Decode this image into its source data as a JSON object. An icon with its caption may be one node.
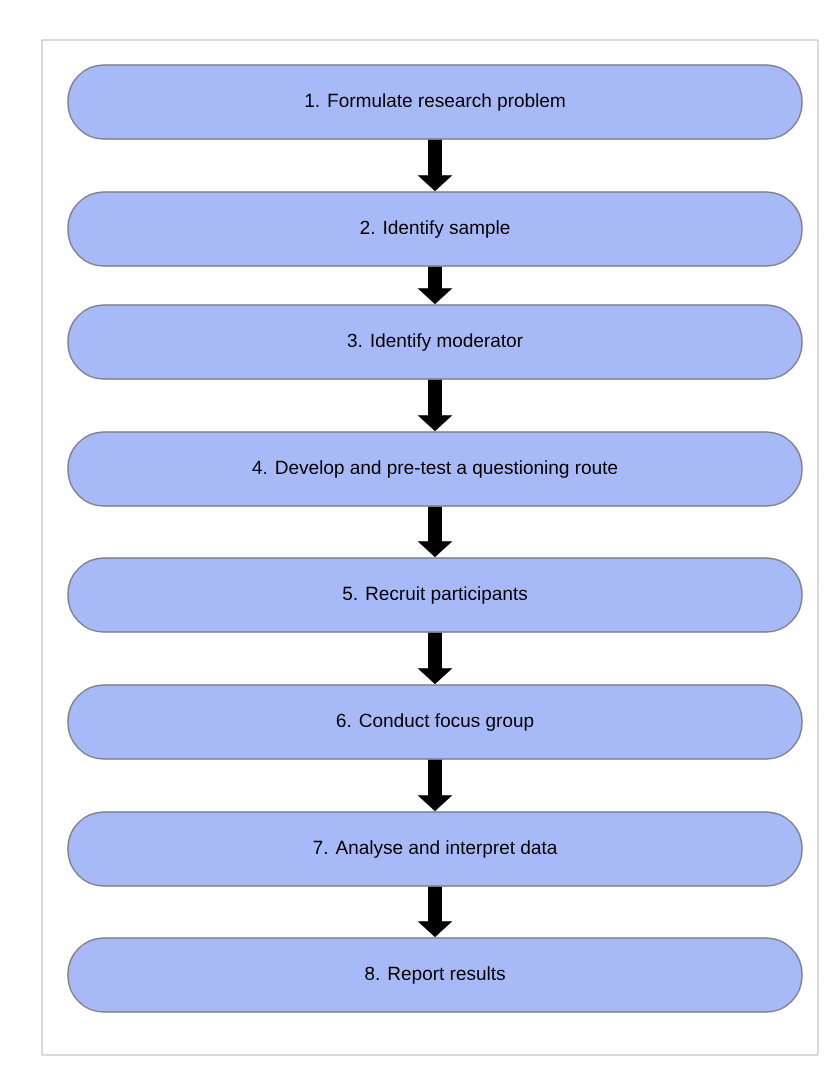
{
  "diagram": {
    "nodes": [
      {
        "text": [
          "1. Formulate research problem"
        ]
      },
      {
        "text": [
          "2. Identify sample"
        ]
      },
      {
        "text": [
          "3. Identify moderator"
        ]
      },
      {
        "text": [
          "4. Develop and pre-test a questioning route"
        ]
      },
      {
        "text": [
          "5. Recruit participants"
        ]
      },
      {
        "text": [
          "6. Conduct focus group"
        ]
      },
      {
        "text": [
          "7. Analyse and interpret data"
        ]
      },
      {
        "text": [
          "8. Report results"
        ]
      }
    ],
    "edges": [
      {
        "from": 0,
        "to": 1,
        "arrow": "to"
      },
      {
        "from": 1,
        "to": 2,
        "arrow": "to"
      },
      {
        "from": 2,
        "to": 3,
        "arrow": "to"
      },
      {
        "from": 3,
        "to": 4,
        "arrow": "to"
      },
      {
        "from": 4,
        "to": 5,
        "arrow": "to"
      },
      {
        "from": 5,
        "to": 6,
        "arrow": "to"
      },
      {
        "from": 6,
        "to": 7,
        "arrow": "to"
      }
    ]
  }
}
